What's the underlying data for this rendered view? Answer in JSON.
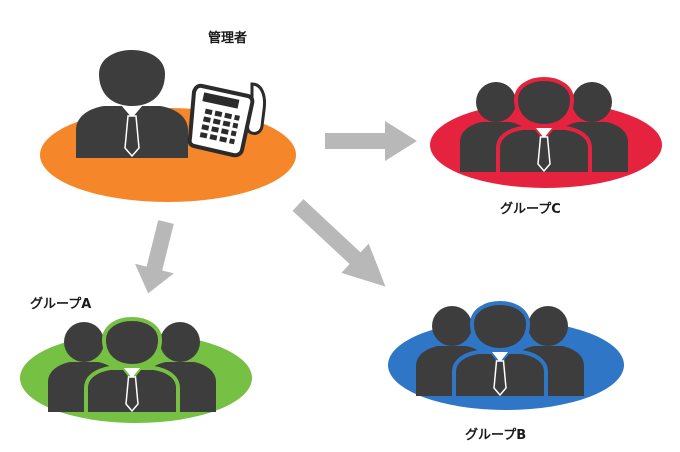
{
  "admin": {
    "label": "管理者",
    "color": "#f5862a"
  },
  "groups": [
    {
      "id": "group-c",
      "label": "グループC",
      "color": "#e5233f"
    },
    {
      "id": "group-a",
      "label": "グループA",
      "color": "#76c043"
    },
    {
      "id": "group-b",
      "label": "グループB",
      "color": "#2f76c6"
    }
  ],
  "colors": {
    "person": "#3d3d3d",
    "arrow": "#b8b8b8",
    "phone_body": "#ffffff",
    "phone_outline": "#2b2b2b"
  },
  "icons": [
    "person-icon",
    "telephone-icon",
    "group-icon",
    "arrow-icon"
  ]
}
